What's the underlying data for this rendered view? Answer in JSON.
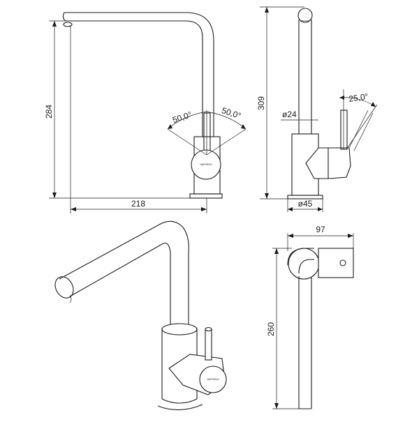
{
  "dimensions": {
    "front_height": "284",
    "front_width": "218",
    "front_angle_left": "50,0°",
    "front_angle_right": "50,0°",
    "side_height": "309",
    "side_angle": "25,0°",
    "side_spout_diameter": "ø24",
    "side_base_diameter": "ø45",
    "top_width": "97",
    "top_length": "260"
  },
  "brand": {
    "front_mark": "SAPHENO",
    "iso_mark": "SAPHENO"
  }
}
